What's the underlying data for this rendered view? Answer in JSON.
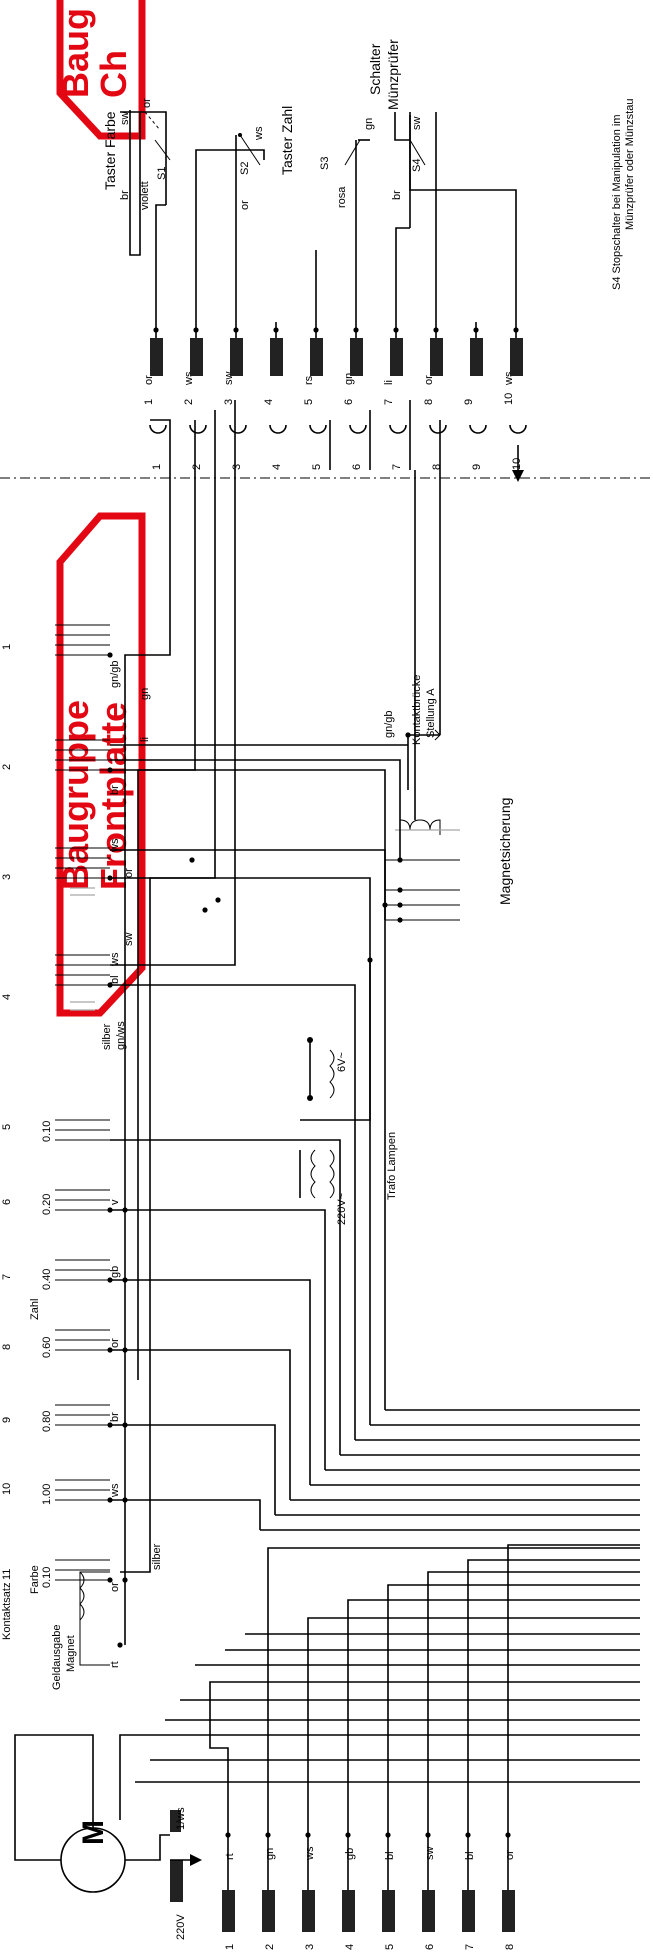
{
  "banners": {
    "frontplatte": {
      "line1": "Baugruppe",
      "line2": "Frontplatte"
    },
    "chassis": {
      "line1": "Baug",
      "line2": "Ch"
    }
  },
  "motor": {
    "symbol": "M",
    "supply": "220V",
    "return_label": "1/ws"
  },
  "geldausgabe": {
    "line1": "Geldausgabe",
    "line2": "Magnet"
  },
  "kontaktsaetze": {
    "title": "Kontaktsatz",
    "numbers": [
      "11",
      "10",
      "9",
      "8",
      "7",
      "6",
      "5",
      "4",
      "3",
      "2",
      "1"
    ],
    "values": [
      "0.10",
      "1.00",
      "0.80",
      "0.60",
      "0.40",
      "0.20",
      "0.10"
    ],
    "farbe": "Farbe",
    "zahl": "Zahl"
  },
  "trafo": {
    "name": "Trafo Lampen",
    "primary": "220V~",
    "secondary": "6V~"
  },
  "magnetsicherung": {
    "name": "Magnetsicherung",
    "bruecke_line1": "Kontaktbrücke",
    "bruecke_line2": "Stellung A"
  },
  "wire_colors": {
    "rt": "rt",
    "gn": "gn",
    "ws": "ws",
    "gb": "gb",
    "bl": "bl",
    "sw": "sw",
    "or": "or",
    "br": "br",
    "li": "li",
    "v": "v",
    "silber": "silber",
    "gnws": "gn/ws",
    "gngb": "gn/gb",
    "rs": "rs",
    "violett": "violett",
    "rosa": "rosa"
  },
  "front_pins": [
    "1",
    "2",
    "3",
    "4",
    "5",
    "6",
    "7",
    "8",
    "9",
    "10"
  ],
  "bottom_pins": [
    "1",
    "2",
    "3",
    "4",
    "5",
    "6",
    "7",
    "8"
  ],
  "chassis_pins": [
    "1",
    "2",
    "3",
    "4",
    "5",
    "6",
    "7",
    "8",
    "9",
    "10"
  ],
  "taster_farbe": {
    "name": "Taster Farbe",
    "switch": "S1"
  },
  "taster_zahl": {
    "name": "Taster Zahl",
    "switch": "S2"
  },
  "switch_s3": "S3",
  "switch_s4": "S4",
  "schalter_muenz": {
    "line1": "Schalter",
    "line2": "Münzprüfer"
  },
  "note": {
    "line1": "S4 Stopschalter bei Manipulation im",
    "line2": "Münzprüfer oder Münzstau"
  }
}
